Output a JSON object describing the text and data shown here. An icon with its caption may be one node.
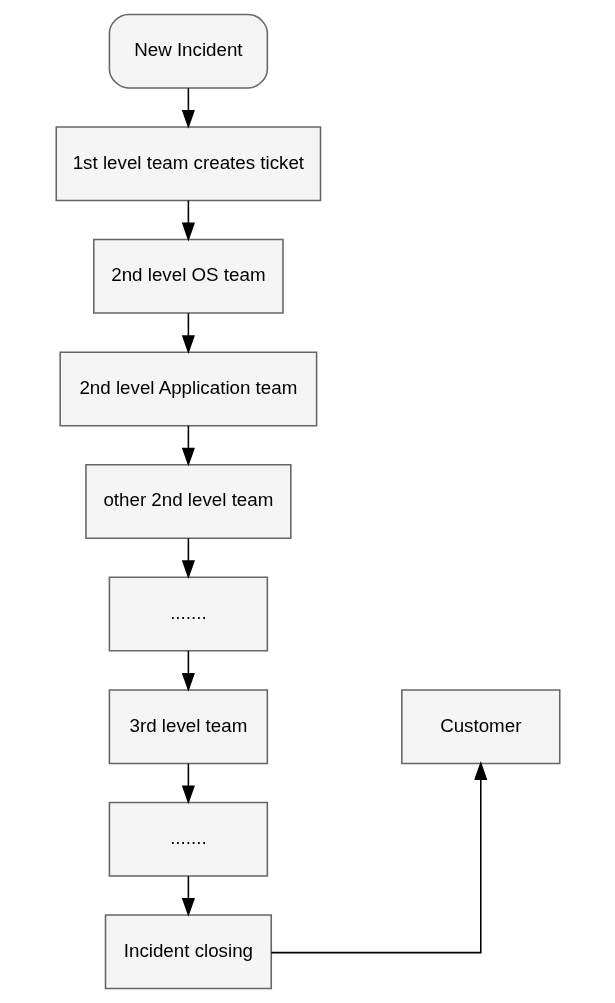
{
  "diagram": {
    "nodes": [
      {
        "text": [
          "New Incident"
        ]
      },
      {
        "text": [
          "1st level team creates ticket"
        ]
      },
      {
        "text": [
          "2nd level OS team"
        ]
      },
      {
        "text": [
          "2nd level Application team"
        ]
      },
      {
        "text": [
          "other 2nd level team"
        ]
      },
      {
        "text": [
          "......."
        ]
      },
      {
        "text": [
          "3rd level team"
        ]
      },
      {
        "text": [
          "......."
        ]
      },
      {
        "text": [
          "Incident closing"
        ]
      },
      {
        "text": [
          "Customer"
        ]
      }
    ],
    "edges": [
      {
        "from": 0,
        "to": 1,
        "arrow": "to"
      },
      {
        "from": 1,
        "to": 2,
        "arrow": "to"
      },
      {
        "from": 2,
        "to": 3,
        "arrow": "to"
      },
      {
        "from": 3,
        "to": 4,
        "arrow": "to"
      },
      {
        "from": 4,
        "to": 5,
        "arrow": "to"
      },
      {
        "from": 5,
        "to": 6,
        "arrow": "to"
      },
      {
        "from": 6,
        "to": 7,
        "arrow": "to"
      },
      {
        "from": 7,
        "to": 8,
        "arrow": "to"
      },
      {
        "from": 8,
        "to": 9,
        "arrow": "to"
      }
    ]
  }
}
